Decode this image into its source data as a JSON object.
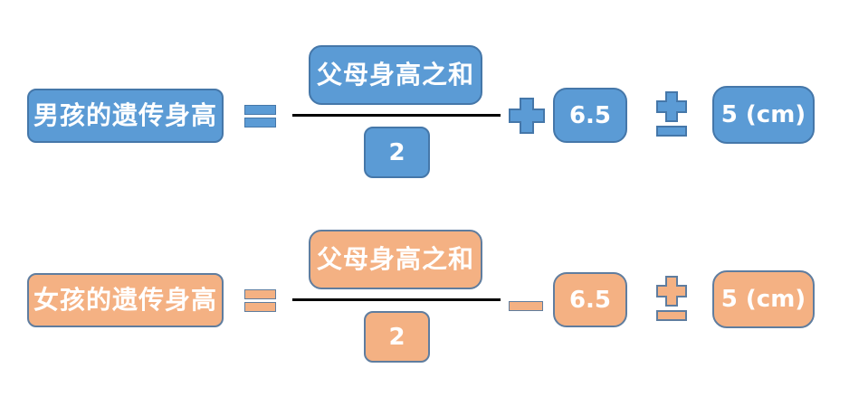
{
  "colors": {
    "blue_fill": "#5B9BD5",
    "blue_border": "#4577A9",
    "orange_fill": "#F4B183",
    "orange_border": "#5F7D9F",
    "fraction_line": "#000000",
    "text": "#FFFFFF",
    "background": "#FFFFFF"
  },
  "rows": [
    {
      "theme": "blue",
      "label": "男孩的遗传身高",
      "equals": "=",
      "numerator": "父母身高之和",
      "denominator": "2",
      "operator": "+",
      "offset": "6.5",
      "plus_minus": "±",
      "range": "5 (cm)"
    },
    {
      "theme": "orange",
      "label": "女孩的遗传身高",
      "equals": "=",
      "numerator": "父母身高之和",
      "denominator": "2",
      "operator": "−",
      "offset": "6.5",
      "plus_minus": "±",
      "range": "5 (cm)"
    }
  ]
}
